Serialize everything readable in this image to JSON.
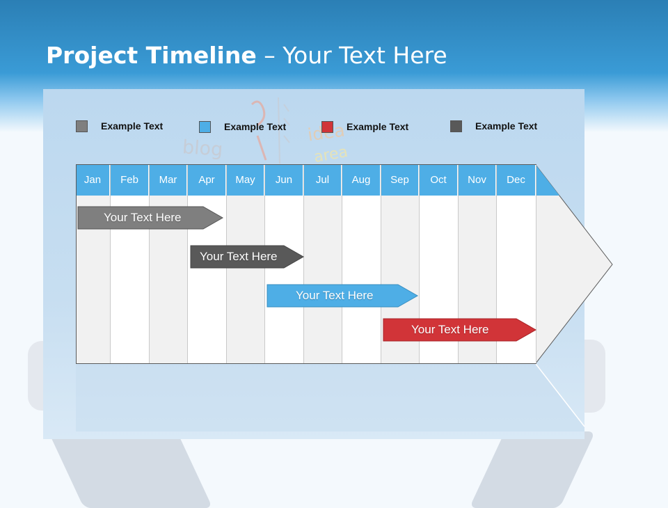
{
  "slide": {
    "title_bold": "Project Timeline",
    "title_rest": " – Your Text Here"
  },
  "decorations": {
    "doodle_words": [
      "blog",
      "idea",
      "area"
    ]
  },
  "legend": [
    {
      "label": "Example Text",
      "color": "#7f7f7f"
    },
    {
      "label": "Example Text",
      "color": "#4eaee6"
    },
    {
      "label": "Example Text",
      "color": "#d13438"
    },
    {
      "label": "Example Text",
      "color": "#595959"
    }
  ],
  "timeline": {
    "months": [
      "Jan",
      "Feb",
      "Mar",
      "Apr",
      "May",
      "Jun",
      "Jul",
      "Aug",
      "Sep",
      "Oct",
      "Nov",
      "Dec"
    ],
    "header_color": "#4eaee6",
    "tasks": [
      {
        "label": "Your  Text Here",
        "color": "#7f7f7f",
        "start_month": "Jan",
        "end_month": "Apr"
      },
      {
        "label": "Your  Text Here",
        "color": "#595959",
        "start_month": "Apr",
        "end_month": "Jun"
      },
      {
        "label": "Your  Text Here",
        "color": "#4eaee6",
        "start_month": "Jun",
        "end_month": "Sep"
      },
      {
        "label": "Your  Text Here",
        "color": "#d13438",
        "start_month": "Sep",
        "end_month": "Dec"
      }
    ]
  }
}
